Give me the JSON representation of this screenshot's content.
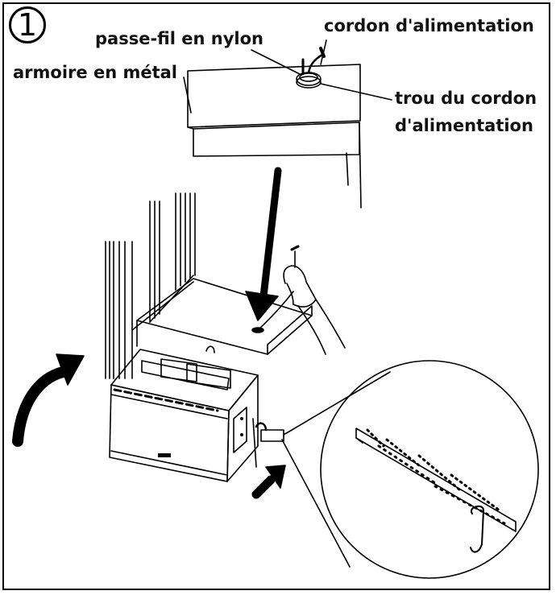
{
  "step_number": "1",
  "labels": {
    "power_cord": "cordon d'alimentation",
    "nylon_grommet": "passe-fil en nylon",
    "metal_cabinet": "armoire en métal",
    "cord_hole_line1": "trou du cordon",
    "cord_hole_line2": "d'alimentation"
  }
}
